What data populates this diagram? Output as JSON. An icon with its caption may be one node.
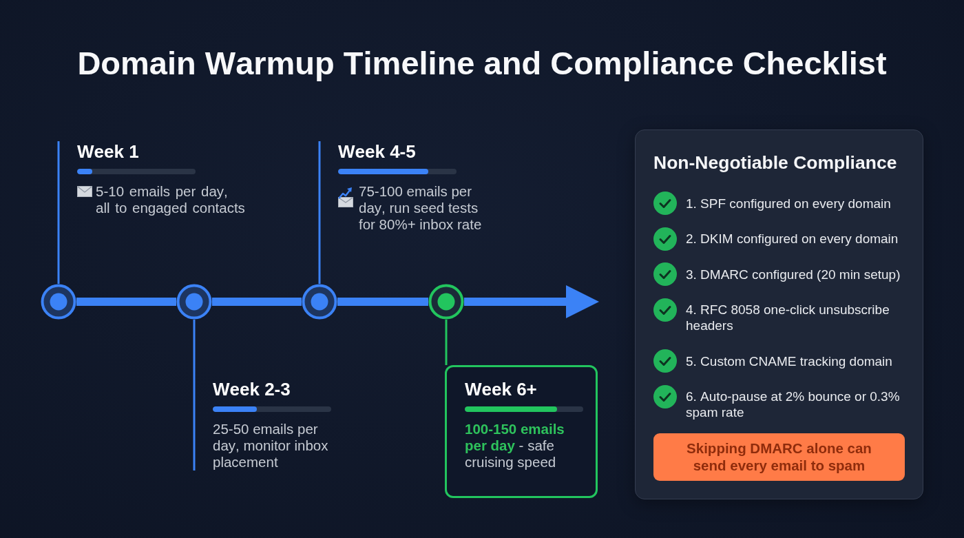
{
  "diagram": {
    "title": "Domain Warmup Timeline and Compliance Checklist",
    "nodes": [
      {
        "text": [],
        "shape": "circle"
      },
      {
        "text": [
          "Week 1",
          "5-10 emails per day, all to engaged contacts"
        ]
      },
      {
        "text": [],
        "shape": "circle"
      },
      {
        "text": [
          "Week 2-3",
          "25-50 emails per day, monitor inbox placement"
        ]
      },
      {
        "text": [],
        "shape": "circle"
      },
      {
        "text": [
          "Week 4-5",
          "75-100 emails per day, run seed tests for 80%+ inbox rate"
        ]
      },
      {
        "text": [],
        "shape": "circle"
      },
      {
        "text": [
          "Week 6+",
          "**100-150 emails per day** - safe cruising speed"
        ]
      },
      {
        "text": [
          "Non-Negotiable Compliance",
          "1. SPF configured on every domain",
          "2. DKIM configured on every domain",
          "3. DMARC configured (20 min setup)",
          "4. RFC 8058 one-click unsubscribe headers",
          "5. Custom CNAME tracking domain",
          "6. Auto-pause at 2% bounce or 0.3% spam rate"
        ]
      },
      {
        "text": [
          "Skipping DMARC alone can send every email to spam"
        ],
        "in": 8
      }
    ],
    "edges": [
      {
        "from": 0,
        "to": 2,
        "arrow": "none",
        "style": "thick"
      },
      {
        "from": 2,
        "to": 4,
        "arrow": "none",
        "style": "thick"
      },
      {
        "from": 4,
        "to": 6,
        "arrow": "none",
        "style": "thick"
      },
      {
        "from": 6,
        "to": null,
        "arrow": "to",
        "style": "thick"
      },
      {
        "from": 0,
        "to": 1,
        "arrow": "none"
      },
      {
        "from": 2,
        "to": 3,
        "arrow": "none"
      },
      {
        "from": 4,
        "to": 5,
        "arrow": "none"
      },
      {
        "from": 6,
        "to": 7,
        "arrow": "none",
        "color": "#22c55e"
      }
    ]
  }
}
